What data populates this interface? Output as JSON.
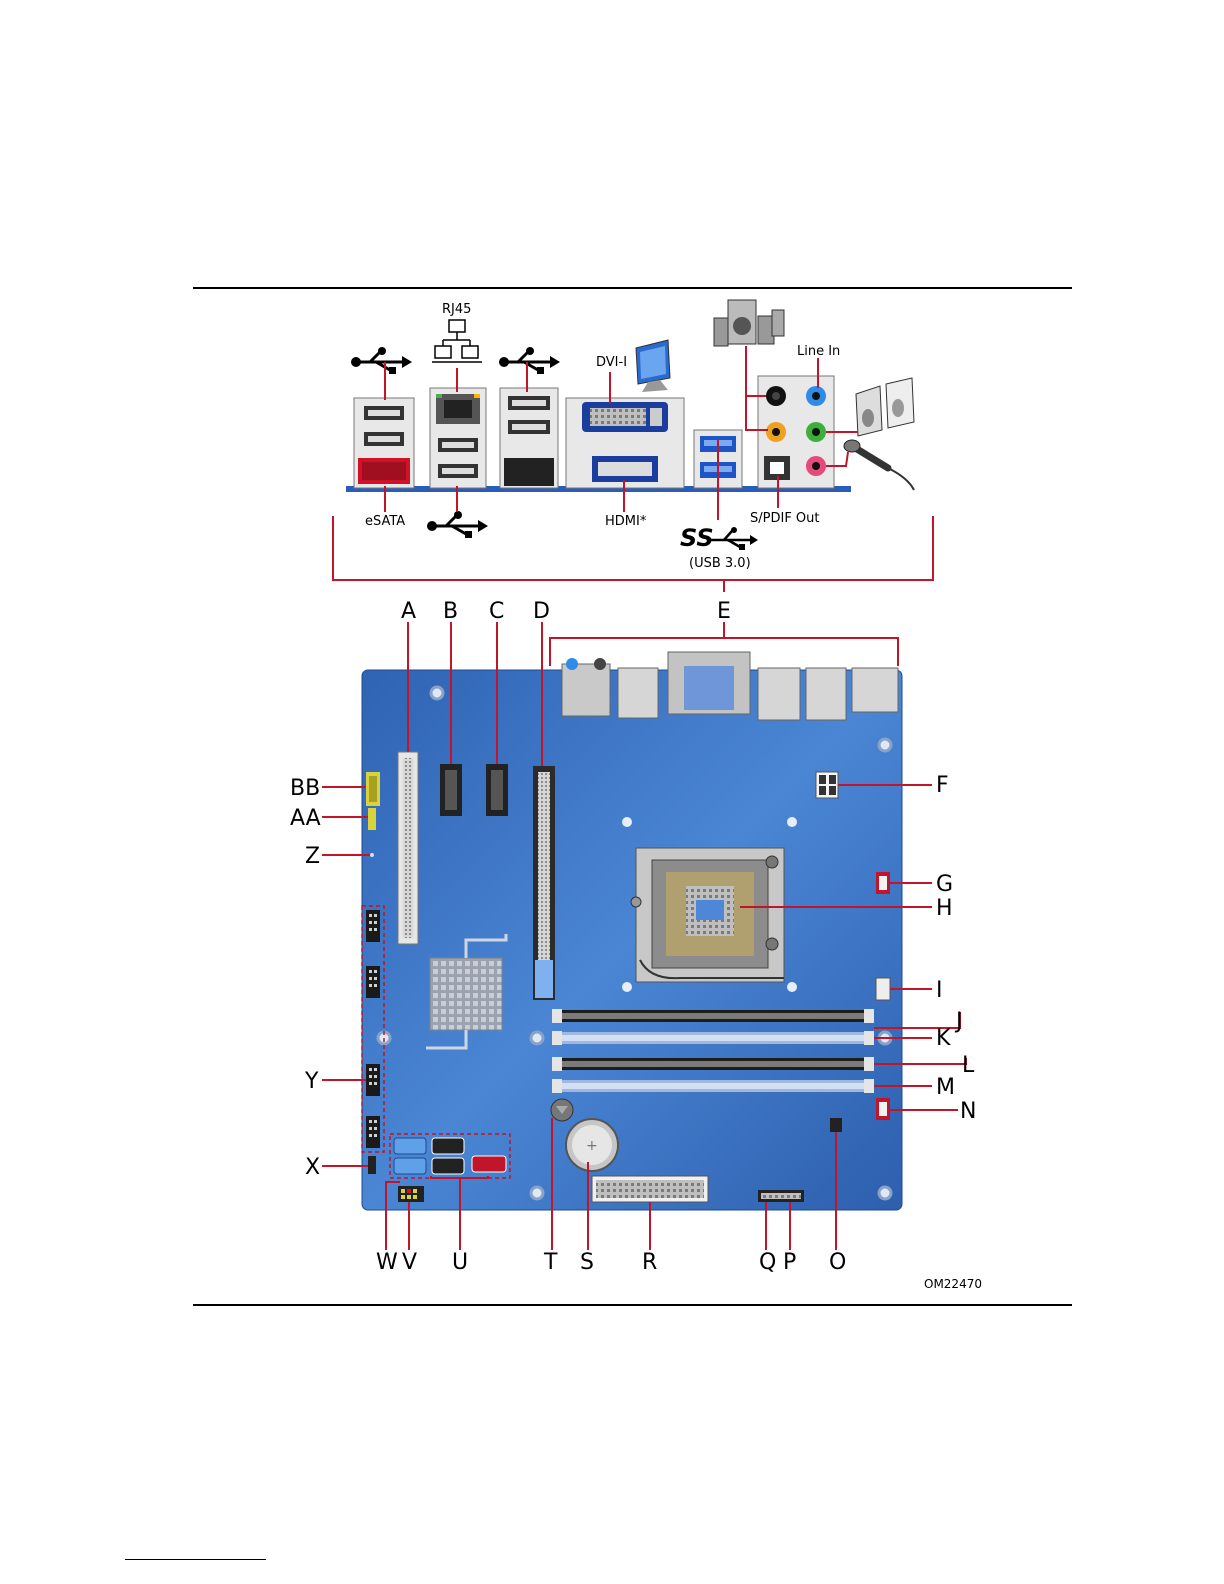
{
  "io_panel": {
    "rj45": "RJ45",
    "dvi": "DVI-I",
    "line_in": "Line In",
    "esata": "eSATA",
    "hdmi": "HDMI*",
    "spdif": "S/PDIF Out",
    "ss_logo": "SS",
    "usb3": "(USB 3.0)"
  },
  "callouts": {
    "A": "A",
    "B": "B",
    "C": "C",
    "D": "D",
    "E": "E",
    "F": "F",
    "G": "G",
    "H": "H",
    "I": "I",
    "J": "J",
    "K": "K",
    "L": "L",
    "M": "M",
    "N": "N",
    "O": "O",
    "P": "P",
    "Q": "Q",
    "R": "R",
    "S": "S",
    "T": "T",
    "U": "U",
    "V": "V",
    "W": "W",
    "X": "X",
    "Y": "Y",
    "Z": "Z",
    "AA": "AA",
    "BB": "BB"
  },
  "figure_id": "OM22470",
  "colors": {
    "board": "#3a74c4",
    "callout_line": "#c0152a",
    "slot_gray": "#d8d8d8"
  }
}
